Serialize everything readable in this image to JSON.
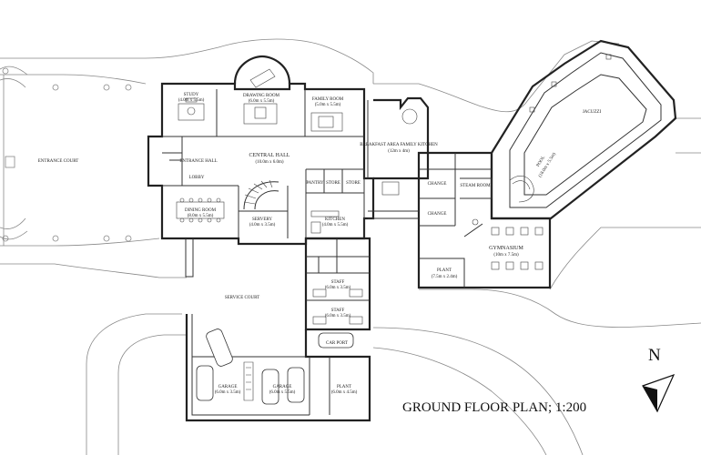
{
  "title": "GROUND FLOOR PLAN; 1:200",
  "north_label": "N",
  "rooms": {
    "entrance_court": "ENTRANCE COURT",
    "study": "STUDY",
    "study_dims": "(4.0m x 5.5m)",
    "drawing_room": "DRAWING ROOM",
    "drawing_room_dims": "(6.0m x 5.5m)",
    "family_room": "FAMILY ROOM",
    "family_room_dims": "(5.0m x 5.5m)",
    "central_hall": "CENTRAL HALL",
    "central_hall_dims": "(10.0m x 6.0m)",
    "entrance_hall": "ENTRANCE HALL",
    "lobby": "LOBBY",
    "dining_room": "DINING ROOM",
    "dining_room_dims": "(8.0m x 5.5m)",
    "servery": "SERVERY",
    "servery_dims": "(4.0m x 3.5m)",
    "pantry": "PANTRY",
    "store_a": "STORE",
    "store_b": "STORE",
    "kitchen": "KITCHEN",
    "kitchen_dims": "(4.0m x 5.5m)",
    "breakfast": "BREAKFAST AREA FAMILY KITCHEN",
    "breakfast_dims": "(12m x 4m)",
    "changing_a": "CHANGE",
    "changing_b": "CHANGE",
    "steam_room": "STEAM ROOM",
    "pool": "POOL",
    "pool_dims": "(18.0m x 5.5m)",
    "jacuzzi": "JACUZZI",
    "gymnasium": "GYMNASIUM",
    "gymnasium_dims": "(10m x 7.5m)",
    "plant_a": "PLANT",
    "plant_a_dims": "(7.5m x 2.4m)",
    "staff_a": "STAFF",
    "staff_a_dims": "(6.0m x 3.5m)",
    "staff_b": "STAFF",
    "staff_b_dims": "(6.0m x 3.5m)",
    "service_court": "SERVICE COURT",
    "carport": "CAR PORT",
    "garage_a": "GARAGE",
    "garage_a_dims": "(6.0m x 3.5m)",
    "garage_b": "GARAGE",
    "garage_b_dims": "(6.0m x 5.5m)",
    "plant_b": "PLANT",
    "plant_b_dims": "(6.0m x 4.5m)"
  }
}
